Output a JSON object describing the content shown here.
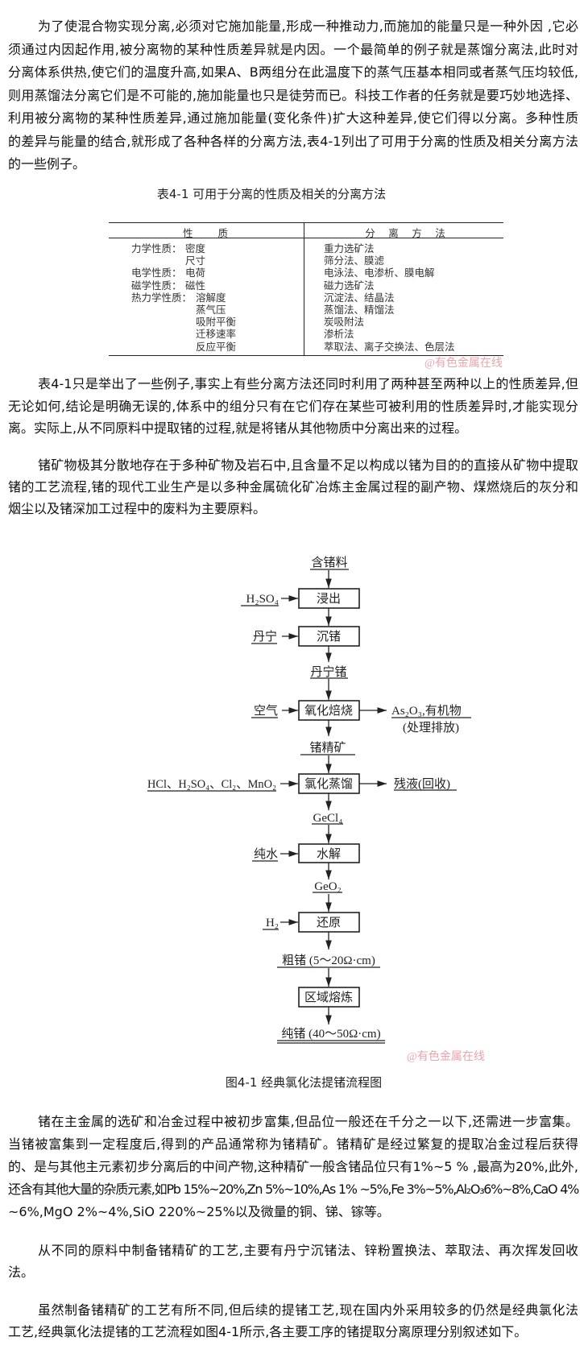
{
  "paragraphs": {
    "p1": [
      "为了使混合物实现分离,必须对它施加能量,形成一种推动力,而施加的能量只是一种外因 ,它必",
      "须通过内因起作用,被分离物的某种性质差异就是内因。一个最简单的例子就是蒸馏分离法,此时对",
      "分离体系供热,使它们的温度升高,如果A、B两组分在此温度下的蒸气压基本相同或者蒸气压均较低,",
      "则用蒸馏法分离它们是不可能的,施加能量也只是徒劳而已。科技工作者的任务就是要巧妙地选择、",
      "利用被分离物的某种性质差异,通过施加能量(变化条件)扩大这种差异,使它们得以分离。多种性质",
      "的差异与能量的结合,就形成了各种各样的分离方法,表4-1列出了可用于分离的性质及相关分离方法",
      "的一些例子。"
    ],
    "p2": [
      "表4-1只是举出了一些例子,事实上有些分离方法还同时利用了两种甚至两种以上的性质差异,但",
      "无论如何,结论是明确无误的,体系中的组分只有在它们存在某些可被利用的性质差异时,才能实现分",
      "离。实际上,从不同原料中提取锗的过程,就是将锗从其他物质中分离出来的过程。"
    ],
    "p3": [
      "锗矿物极其分散地存在于多种矿物及岩石中,且含量不足以构成以锗为目的的直接从矿物中提取",
      "锗的工艺流程,锗的现代工业生产是以多种金属硫化矿冶炼主金属过程的副产物、煤燃烧后的灰分和",
      "烟尘以及锗深加工过程中的废料为主要原料。"
    ],
    "p4": [
      "锗在主金属的选矿和冶金过程中被初步富集,但品位一般还在千分之一以下,还需进一步富集。",
      "当锗被富集到一定程度后,得到的产品通常称为锗精矿。锗精矿是经过繁复的提取冶金过程后获得",
      "的、是与其他主元素初步分离后的中间产物,这种精矿一般含锗品位只有1%~5 % ,最高为20%,此外,",
      "还含有其他大量的杂质元素,如Pb 15%~20%,Zn 5%~10%,As 1% ~5%,Fe 3%~5%,Al₂O₃6%~8%,CaO 4%",
      "~6%,MgO 2%~4%,SiO 220%~25%以及微量的铜、锑、镓等。"
    ],
    "p5": [
      "从不同的原料中制备锗精矿的工艺,主要有丹宁沉锗法、锌粉置换法、萃取法、再次挥发回收",
      "法。"
    ],
    "p6": [
      "虽然制备锗精矿的工艺有所不同,但后续的提锗工艺,现在国内外采用较多的仍然是经典氯化法",
      "工艺,经典氯化法提锗的工艺流程如图4-1所示,各主要工序的锗提取分离原理分别叙述如下。"
    ]
  },
  "table": {
    "caption": "表4-1 可用于分离的性质及相关的分离方法",
    "headers": [
      "性　　质",
      "分　离　方　法"
    ],
    "rows": [
      {
        "category": "力学性质：",
        "property": "密度",
        "method": "重力选矿法"
      },
      {
        "category": "",
        "property": "尺寸",
        "method": "筛分法、膜滤"
      },
      {
        "category": "电学性质：",
        "property": "电荷",
        "method": "电泳法、电渗析、膜电解"
      },
      {
        "category": "磁学性质：",
        "property": "磁性",
        "method": "磁力选矿法"
      },
      {
        "category": "热力学性质：",
        "property": "溶解度",
        "method": "沉淀法、结晶法"
      },
      {
        "category": "",
        "property": "蒸气压",
        "method": "蒸馏法、精馏法"
      },
      {
        "category": "",
        "property": "吸附平衡",
        "method": "炭吸附法"
      },
      {
        "category": "",
        "property": "迁移速率",
        "method": "渗析法"
      },
      {
        "category": "",
        "property": "反应平衡",
        "method": "萃取法、离子交换法、色层法"
      }
    ],
    "watermark": "@有色金属在线"
  },
  "flowchart": {
    "start": "含锗料",
    "steps": [
      "浸出",
      "沉锗",
      "氧化焙烧",
      "氯化蒸馏",
      "水解",
      "还原",
      "区域熔炼"
    ],
    "inputs": [
      "H₂SO₄",
      "丹宁",
      "空气",
      "HCl、H₂SO₄、Cl₂、MnO₂",
      "纯水",
      "H₂"
    ],
    "intermediates": [
      "丹宁锗",
      "锗精矿",
      "GeCl₄",
      "GeO₂",
      "粗锗 (5～20Ω·cm)"
    ],
    "outputs": {
      "roast": "As₂O₃,有机物",
      "roast_note": "(处理排放)",
      "distill": "残液(回收)"
    },
    "product": "纯锗 (40～50Ω·cm)",
    "watermark": "@有色金属在线",
    "caption": "图4-1 经典氯化法提锗流程图"
  },
  "colors": {
    "watermark": "#e9a4ad",
    "text": "#111111"
  }
}
